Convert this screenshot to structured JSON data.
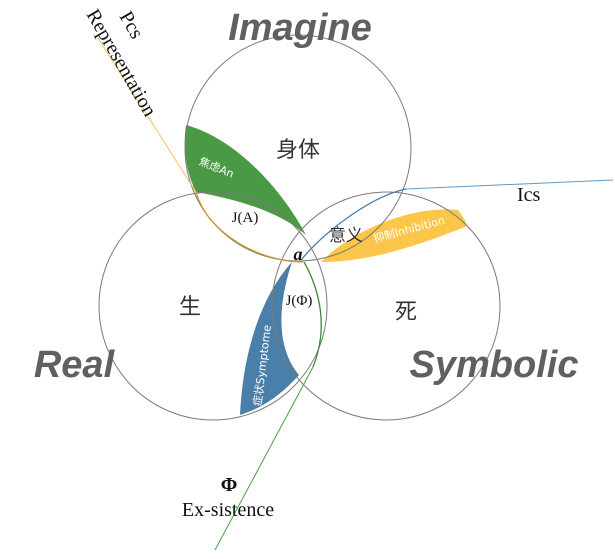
{
  "regions": {
    "imagine": "Imagine",
    "real": "Real",
    "symbolic": "Symbolic"
  },
  "circle_labels": {
    "body": "身体",
    "life": "生",
    "death": "死"
  },
  "intersections": {
    "meaning": "意义",
    "center": "a",
    "j_a": "J(A)",
    "j_phi": "J(Φ)"
  },
  "bands": {
    "anxiety": "焦虑An",
    "inhibition": "抑制Inhibition",
    "symptom": "症状Symptome"
  },
  "lines": {
    "pcs": "Pcs",
    "representation": "Representation",
    "ics": "Ics",
    "phi": "Φ",
    "ex_sistence": "Ex-sistence"
  },
  "colors": {
    "anxiety": "#4a9a45",
    "inhibition": "#fbc64a",
    "symptom": "#4a7faa",
    "circle_stroke": "#7a7a7a",
    "pcs_line": "#f0c060",
    "ics_line": "#5a9ac8",
    "ex_line": "#4aa040"
  }
}
